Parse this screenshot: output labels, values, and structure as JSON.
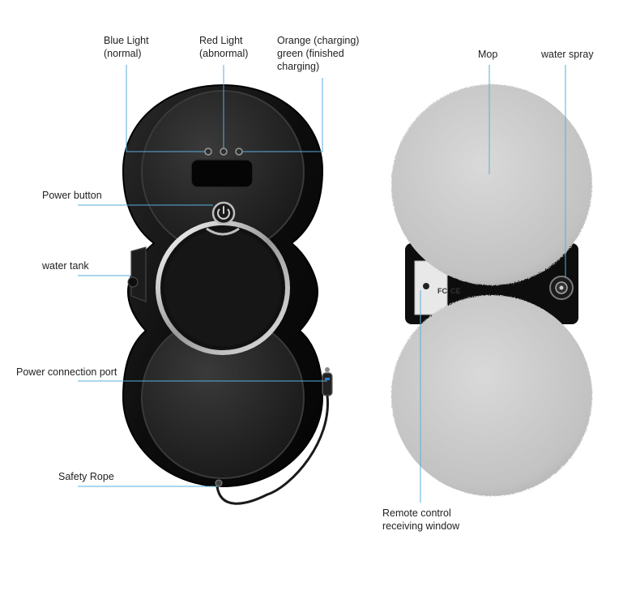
{
  "labels": {
    "blue_light": "Blue Light\n(normal)",
    "red_light": "Red Light\n(abnormal)",
    "orange_green": "Orange (charging)\ngreen (finished\ncharging)",
    "power_button": "Power button",
    "water_tank": "water tank",
    "power_port": "Power connection port",
    "safety_rope": "Safety Rope",
    "mop": "Mop",
    "water_spray": "water spray",
    "remote_window": "Remote control\nreceiving window"
  },
  "device_marks": {
    "fc": "FC",
    "ce": "CE"
  },
  "colors": {
    "callout_line": "#5aaedc",
    "body": "#0d0d0d",
    "mop": "#c9c9c9",
    "port_accent": "#2a7fd4"
  }
}
